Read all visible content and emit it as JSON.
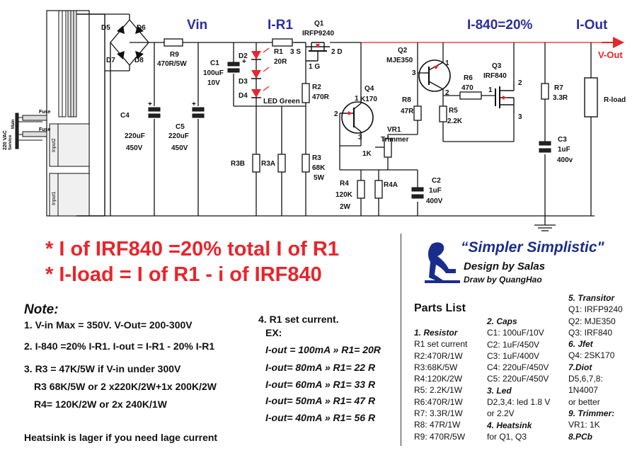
{
  "header_labels": {
    "vin": "Vin",
    "i_r1": "I-R1",
    "i_840": "I-840=20%",
    "i_out": "I-Out",
    "v_out": "V-Out"
  },
  "components": {
    "d5": "D5",
    "d6": "D6",
    "d7": "D7",
    "d8": "D8",
    "r9_name": "R9",
    "r9_val": "470R/5W",
    "c1_name": "C1",
    "c1_val1": "100uF",
    "c1_val2": "10V",
    "d2": "D2",
    "d3": "D3",
    "d4": "D4",
    "led_green": "LED Green",
    "r1_name": "R1",
    "r1_val": "20R",
    "q1_name": "Q1",
    "q1_part": "IRFP9240",
    "q1_pin_s": "3 S",
    "q1_pin_d": "2 D",
    "q1_pin_g": "1 G",
    "r2_name": "R2",
    "r2_val": "470R",
    "r3_name": "R3",
    "r3_val1": "68K",
    "r3_val2": "5W",
    "r3b": "R3B",
    "r3a": "R3A",
    "c4_name": "C4",
    "c4_val1": "220uF",
    "c4_val2": "450V",
    "c5_name": "C5",
    "c5_val1": "220uF",
    "c5_val2": "450V",
    "q4_name": "Q4",
    "q4_part": "K170",
    "q4_pin1": "1",
    "q4_pin2": "2",
    "q4_pin3": "3",
    "vr1_name": "VR1",
    "vr1_type": "Trimmer",
    "vr1_val": "1K",
    "r4_name": "R4",
    "r4_val1": "120K",
    "r4_val2": "2W",
    "r4a": "R4A",
    "r8_name": "R8",
    "r8_val": "47R",
    "c2_name": "C2",
    "c2_val1": "1uF",
    "c2_val2": "400V",
    "q2_name": "Q2",
    "q2_part": "MJE350",
    "q2_pin1": "1",
    "q2_pin2": "2",
    "q2_pin3": "3",
    "r6_name": "R6",
    "r6_val": "470",
    "r5_name": "R5",
    "r5_val": "2.2K",
    "q3_name": "Q3",
    "q3_part": "IRF840",
    "q3_pin1": "1",
    "q3_pin2": "2",
    "q3_pin3": "3",
    "r7_name": "R7",
    "r7_val": "3.3R",
    "c3_name": "C3",
    "c3_val1": "1uF",
    "c3_val2": "400v",
    "rload": "R-load",
    "fuse1": "Fuse",
    "fuse2": "Fuse",
    "mains1": "220 VAC",
    "mains2": "Main",
    "mains3": "Service",
    "input1": "Input1",
    "input2": "Input2"
  },
  "headlines": {
    "line1": "* I of IRF840 =20% total I of R1",
    "line2": "* I-load = I of R1 - i of IRF840"
  },
  "notes": {
    "heading": "Note:",
    "n1": "1. V-in Max = 350V.  V-Out= 200-300V",
    "n2": "2. I-840 =20% I-R1. I-out = I-R1 - 20% I-R1",
    "n3": "3. R3 = 47K/5W if V-in under 300V",
    "n3b": "R3 68K/5W or 2 x220K/2W+1x 200K/2W",
    "n3c": "R4= 120K/2W or 2x 240K/1W",
    "heatsink": "Heatsink is lager if you need lage current"
  },
  "r1_set": {
    "title": "4. R1 set current.",
    "ex": "EX:",
    "rows": [
      "I-out = 100mA » R1= 20R",
      "I-out= 80mA » R1= 22 R",
      "I-out= 60mA » R1= 33 R",
      "I-out= 50mA »  R1= 47 R",
      "I-out= 40mA » R1= 56 R"
    ]
  },
  "branding": {
    "title": "“Simpler Simplistic\"",
    "design": "Design by Salas",
    "draw": "Draw by QuangHao"
  },
  "parts_list": {
    "title": "Parts List",
    "col1": [
      "1. Resistor",
      "R1 set current",
      "R2:470R/1W",
      "R3:68K/5W",
      "R4:120K/2W",
      "R5: 2.2K/1W",
      "R6:470R/1W",
      "R7: 3.3R/1W",
      "R8: 47R/1W",
      "R9: 470R/5W"
    ],
    "col2": [
      "2. Caps",
      "C1: 100uF/10V",
      "C2: 1uF/450V",
      "C3: 1uF/400V",
      "C4: 220uF/450V",
      "C5: 220uF/450V",
      "3. Led",
      "D2,3,4: led 1.8 V",
      "or 2.2V",
      "4. Heatsink",
      "for Q1, Q3"
    ],
    "col3": [
      "5. Transitor",
      "Q1:  IRFP9240",
      "Q2:  MJE350",
      "Q3: IRF840",
      "6. Jfet",
      "Q4: 2SK170",
      "7.Diot",
      "D5,6,7,8:",
      "1N4007",
      "or better",
      "9. Trimmer:",
      "VR1: 1K",
      "8.PCb"
    ]
  },
  "colors": {
    "label_blue": "#2b2f9e",
    "headline_red": "#e8252c",
    "led_red": "#e8252c",
    "wire": "#111111"
  }
}
